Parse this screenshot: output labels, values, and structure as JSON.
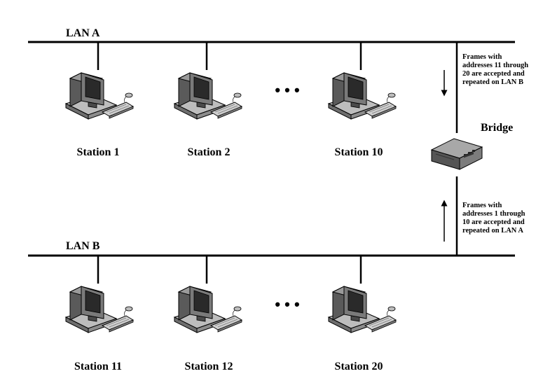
{
  "lan_a": {
    "label": "LAN A"
  },
  "lan_b": {
    "label": "LAN B"
  },
  "bridge": {
    "label": "Bridge"
  },
  "stations_a": [
    "Station 1",
    "Station 2",
    "Station 10"
  ],
  "stations_b": [
    "Station 11",
    "Station 12",
    "Station 20"
  ],
  "notes": {
    "a_to_b": [
      "Frames with",
      "addresses 11 through",
      "20 are accepted and",
      "repeated on LAN B"
    ],
    "b_to_a": [
      "Frames with",
      "addresses 1 through",
      "10 are accepted and",
      "repeated on LAN A"
    ]
  },
  "ellipsis": "• • •",
  "icons": {
    "station": "computer-workstation-icon",
    "bridge": "bridge-device-icon",
    "arrow": "arrow-icon"
  }
}
